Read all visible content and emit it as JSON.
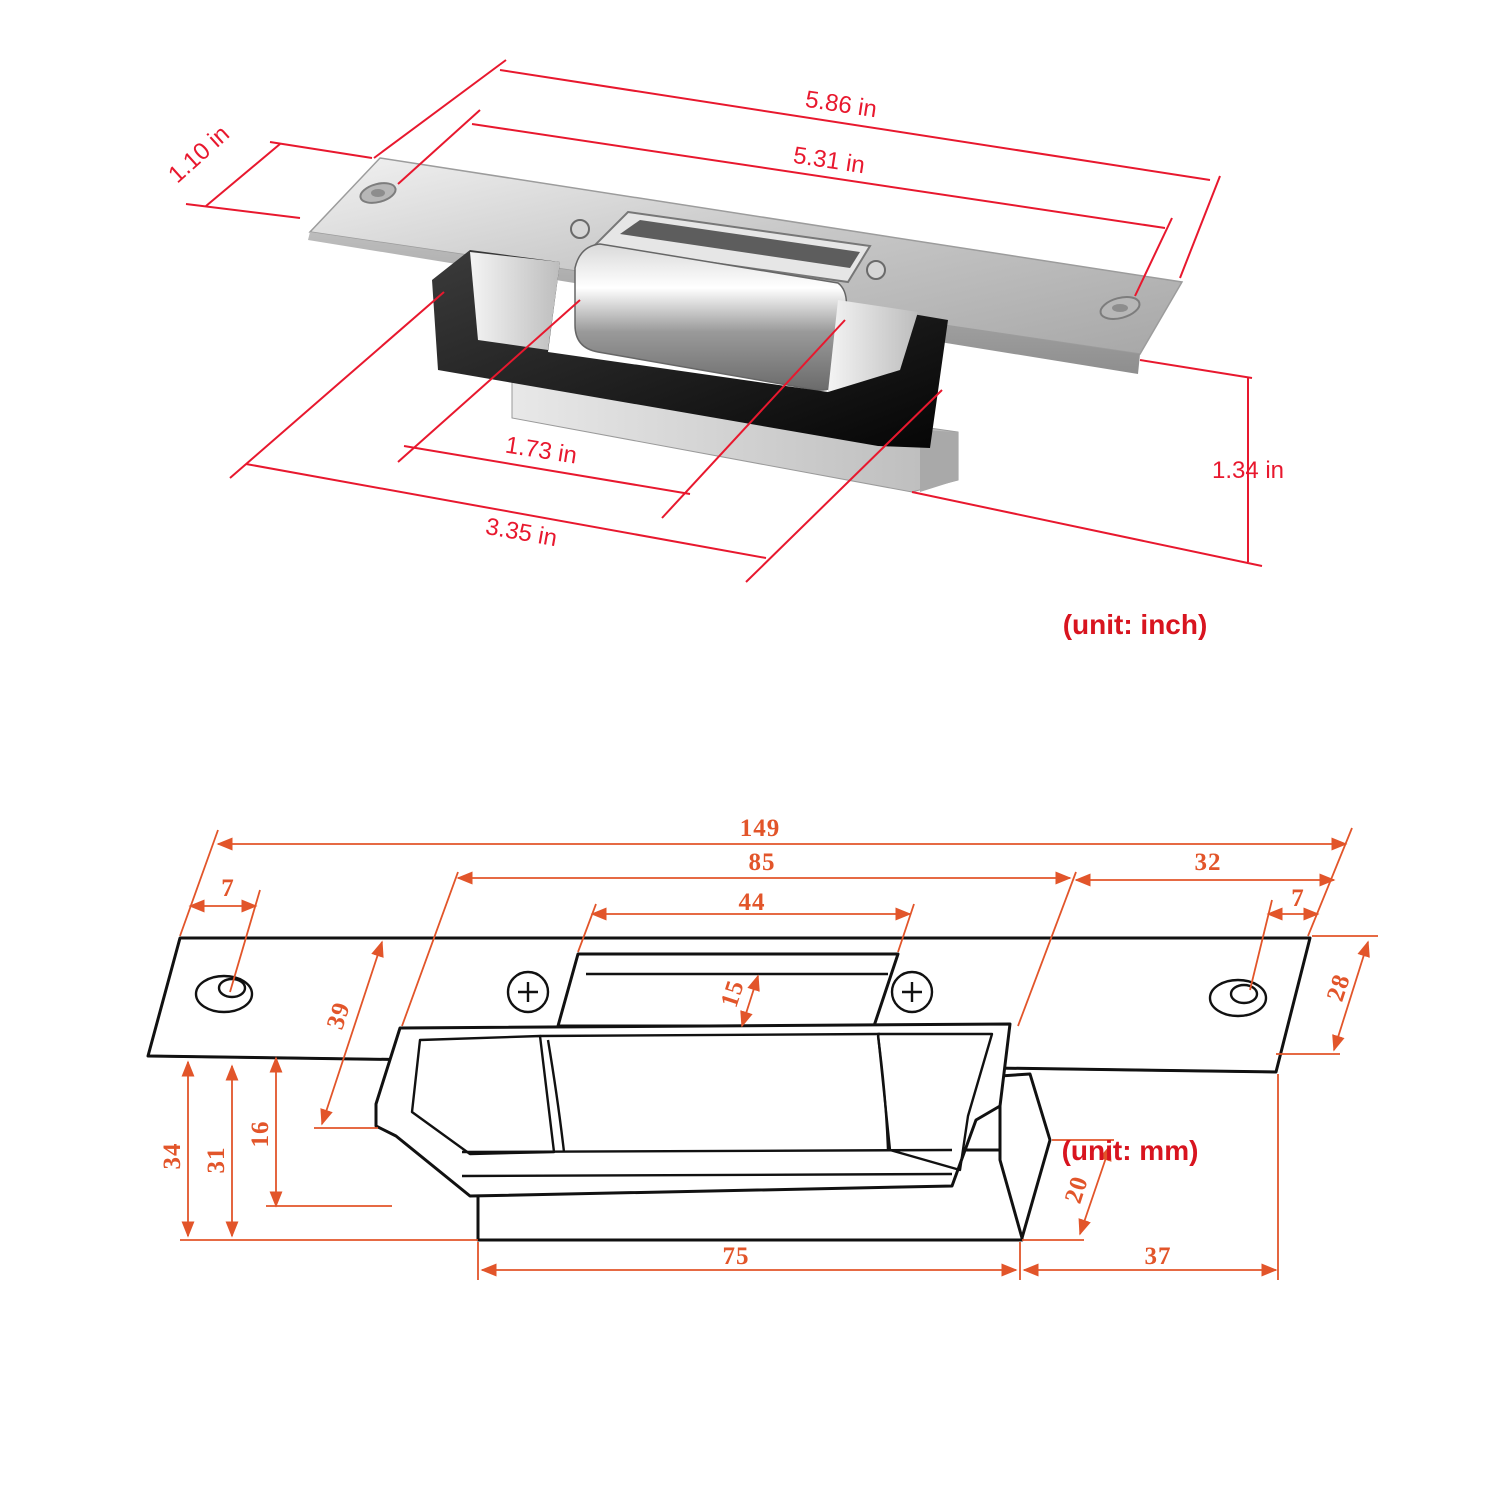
{
  "photo_view": {
    "dimensions": {
      "overall_length": "5.86 in",
      "hole_spacing": "5.31 in",
      "plate_width": "1.10 in",
      "body_depth": "1.34 in",
      "opening_length": "1.73 in",
      "body_length": "3.35 in"
    },
    "unit_note": "(unit: inch)"
  },
  "drawing_view": {
    "dimensions": {
      "overall_length": "149",
      "body_length": "85",
      "opening_length": "44",
      "end_offset": "32",
      "hole_left": "7",
      "hole_right": "7",
      "plate_width": "28",
      "body_height": "39",
      "keeper_depth": "15",
      "depth_34": "34",
      "depth_31": "31",
      "depth_16": "16",
      "depth_20": "20",
      "base_length": "75",
      "base_offset": "37"
    },
    "unit_note": "(unit: mm)"
  },
  "colors": {
    "dimension_red": "#e8182e",
    "dimension_orange": "#e2552a",
    "line_ink": "#111111"
  }
}
